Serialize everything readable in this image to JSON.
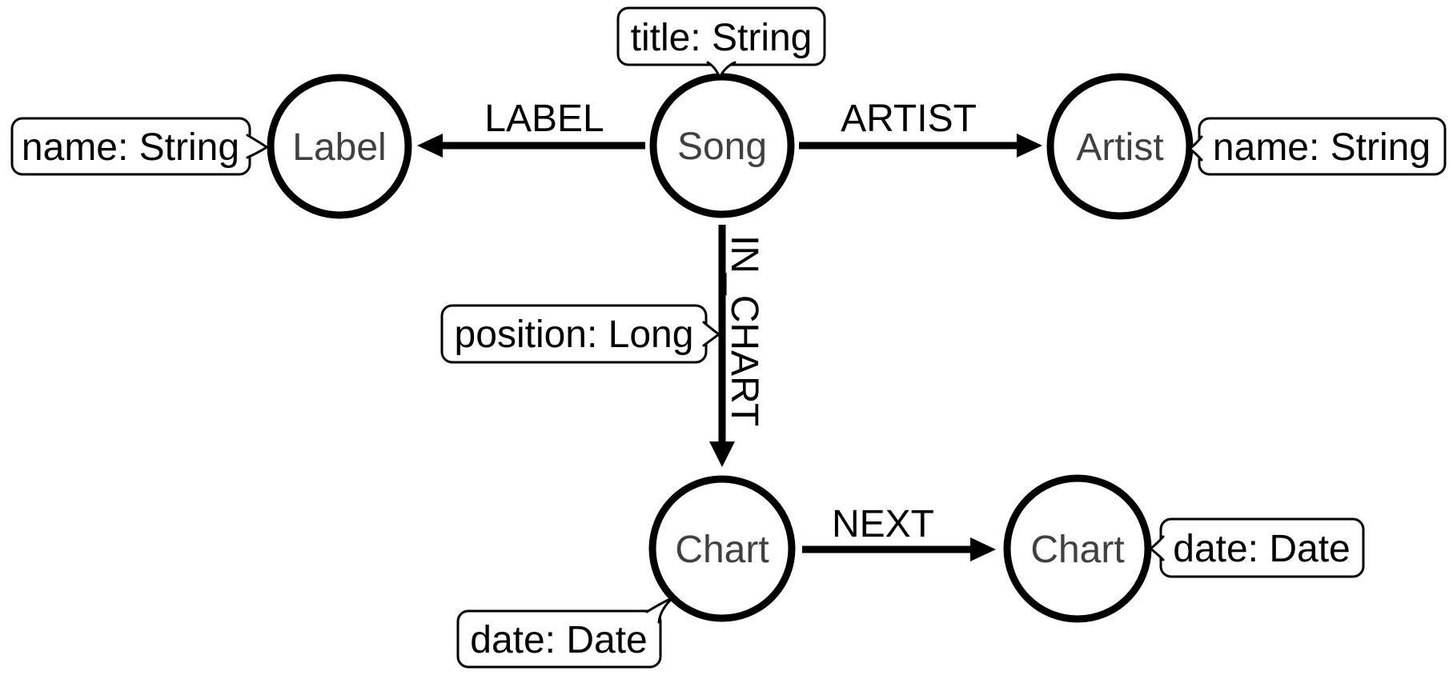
{
  "diagram": {
    "type": "graph-data-model",
    "colors": {
      "background": "#ffffff",
      "stroke": "#000000",
      "node_fill": "#ffffff",
      "node_label": "#404040"
    },
    "nodes": [
      {
        "label": "Label"
      },
      {
        "label": "Song"
      },
      {
        "label": "Artist"
      },
      {
        "label": "Chart"
      },
      {
        "label": "Chart"
      }
    ],
    "relationships": [
      {
        "label": "LABEL",
        "from": "Song",
        "to": "Label"
      },
      {
        "label": "ARTIST",
        "from": "Song",
        "to": "Artist"
      },
      {
        "label": "IN_CHART",
        "from": "Song",
        "to": "Chart"
      },
      {
        "label": "NEXT",
        "from": "Chart",
        "to": "Chart"
      }
    ],
    "property_callouts": [
      {
        "text": "title: String",
        "attached_to": "Song"
      },
      {
        "text": "name: String",
        "attached_to": "Label"
      },
      {
        "text": "name: String",
        "attached_to": "Artist"
      },
      {
        "text": "position: Long",
        "attached_to": "IN_CHART"
      },
      {
        "text": "date: Date",
        "attached_to": "Chart (left)"
      },
      {
        "text": "date: Date",
        "attached_to": "Chart (right)"
      }
    ]
  }
}
